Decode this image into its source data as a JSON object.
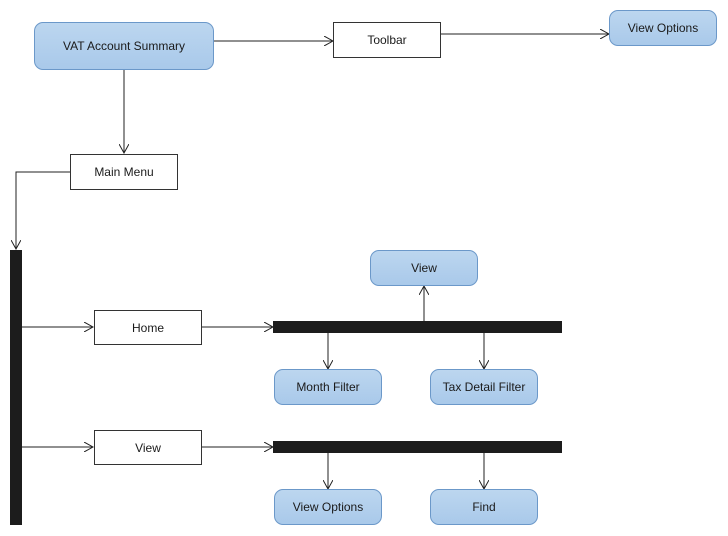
{
  "nodes": {
    "vat_account_summary": "VAT Account Summary",
    "toolbar": "Toolbar",
    "view_options_top": "View Options",
    "main_menu": "Main Menu",
    "home": "Home",
    "view_menu": "View",
    "view_top": "View",
    "month_filter": "Month Filter",
    "tax_detail_filter": "Tax Detail Filter",
    "view_options_bottom": "View Options",
    "find": "Find"
  },
  "colors": {
    "rounded_fill": "#a9c9ea",
    "rounded_border": "#6b98c9",
    "bar": "#1c1c1c",
    "line": "#222222"
  }
}
